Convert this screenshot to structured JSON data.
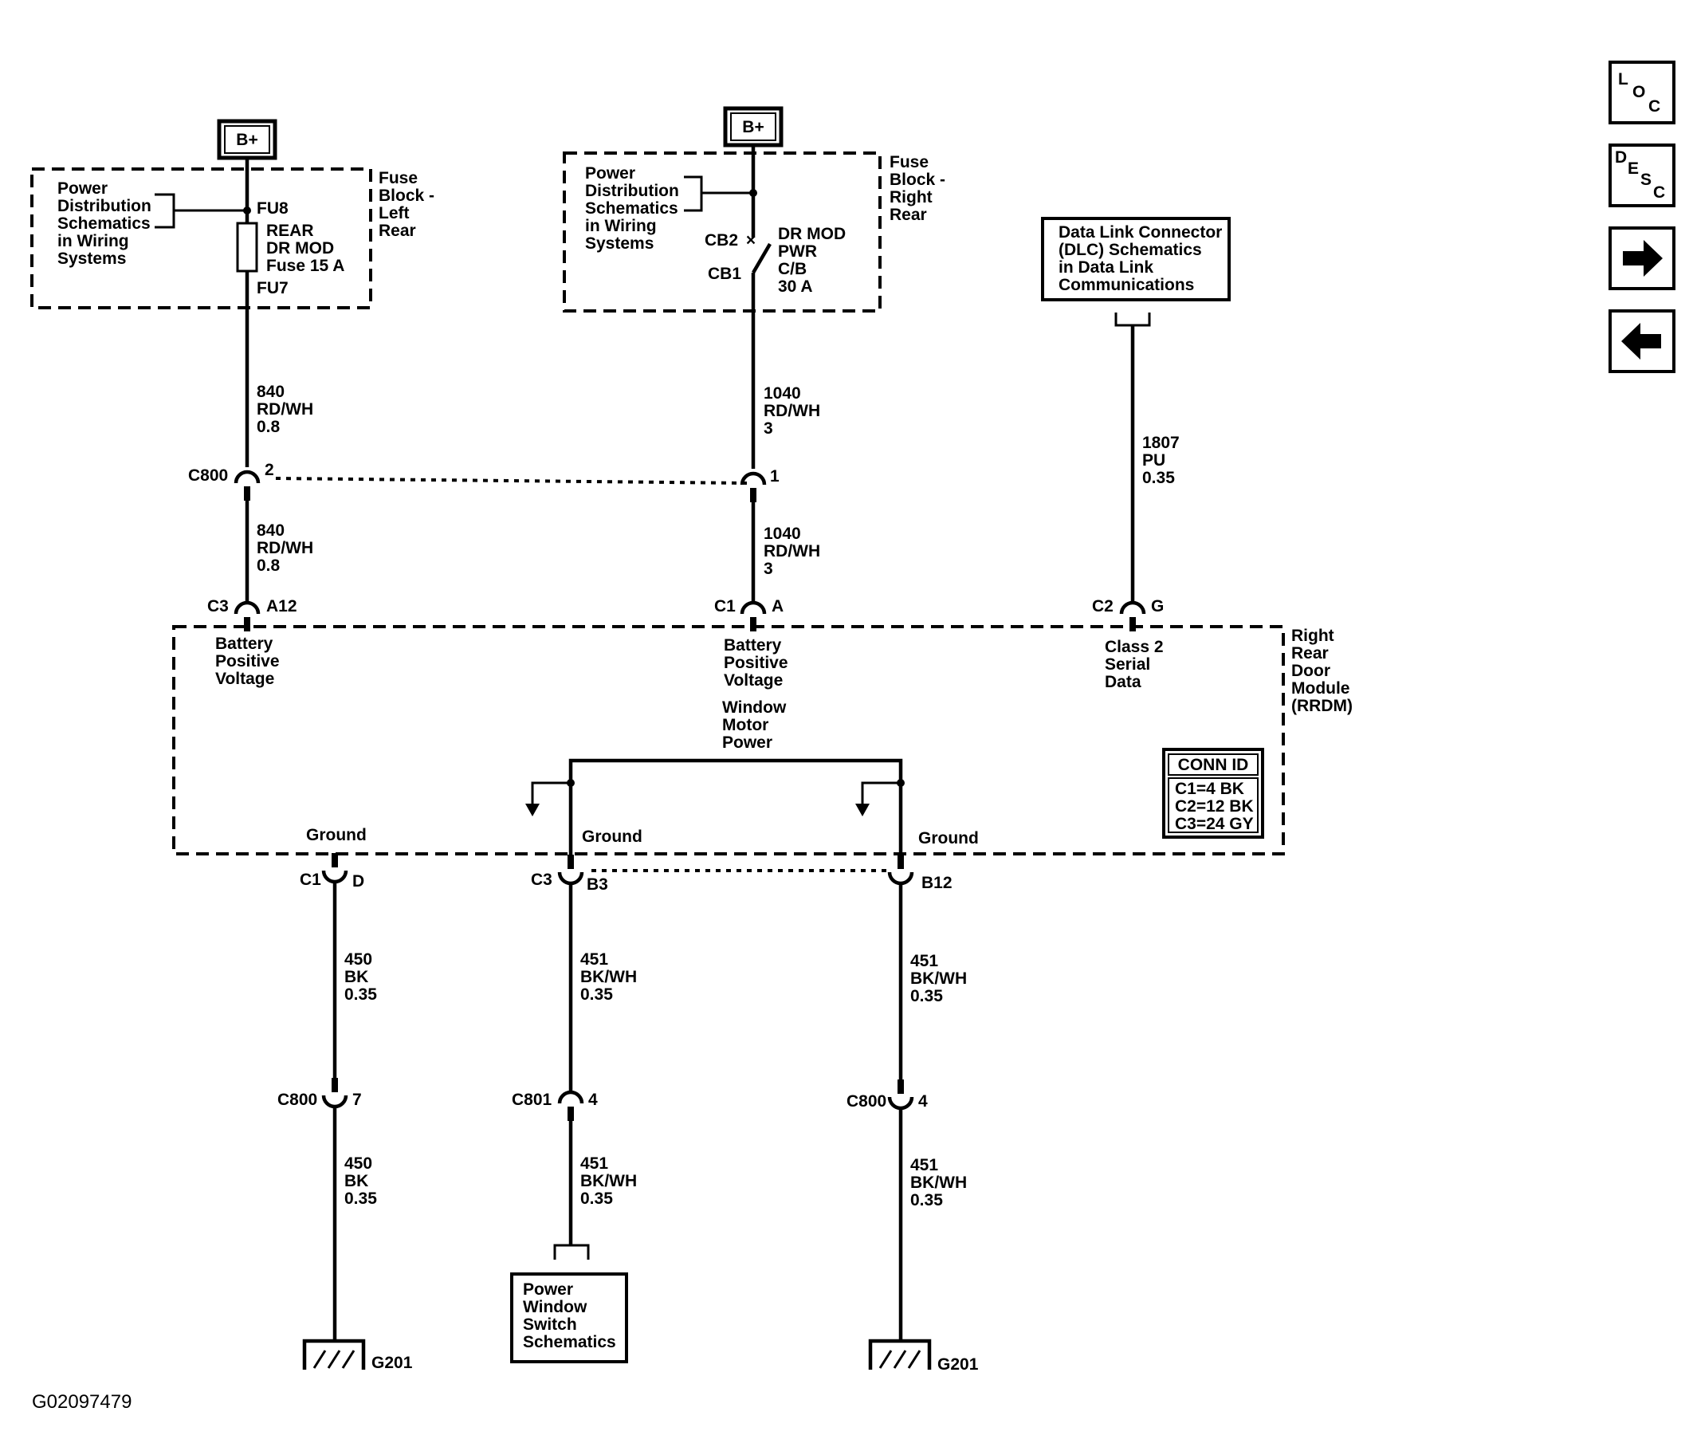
{
  "nav": {
    "loc": [
      "L",
      "O",
      "C"
    ],
    "desc": [
      "D",
      "E",
      "S",
      "C"
    ],
    "next_icon": "arrow-right-icon",
    "prev_icon": "arrow-left-icon"
  },
  "left_feed": {
    "battery": "B+",
    "ref_lines": [
      "Power",
      "Distribution",
      "Schematics",
      "in Wiring",
      "Systems"
    ],
    "fuse_block_lines": [
      "Fuse",
      "Block -",
      "Left",
      "Rear"
    ],
    "fuse_top": "FU8",
    "fuse_name_lines": [
      "REAR",
      "DR MOD",
      "Fuse 15 A"
    ],
    "fuse_bottom": "FU7",
    "wire_upper": [
      "840",
      "RD/WH",
      "0.8"
    ],
    "inline_conn": "C800",
    "inline_pin": "2",
    "wire_lower": [
      "840",
      "RD/WH",
      "0.8"
    ],
    "module_conn": "C3",
    "module_pin": "A12",
    "module_label": [
      "Battery",
      "Positive",
      "Voltage"
    ]
  },
  "center_feed": {
    "battery": "B+",
    "ref_lines": [
      "Power",
      "Distribution",
      "Schematics",
      "in Wiring",
      "Systems"
    ],
    "fuse_block_lines": [
      "Fuse",
      "Block -",
      "Right",
      "Rear"
    ],
    "cb_top": "CB2",
    "cb_bottom": "CB1",
    "cb_name_lines": [
      "DR MOD",
      "PWR",
      "C/B",
      "30 A"
    ],
    "wire_upper": [
      "1040",
      "RD/WH",
      "3"
    ],
    "inline_pin": "1",
    "wire_lower": [
      "1040",
      "RD/WH",
      "3"
    ],
    "module_conn": "C1",
    "module_pin": "A",
    "module_label": [
      "Battery",
      "Positive",
      "Voltage"
    ]
  },
  "dlc": {
    "box_lines": [
      "Data Link Connector",
      "(DLC) Schematics",
      "in Data Link",
      "Communications"
    ],
    "wire": [
      "1807",
      "PU",
      "0.35"
    ],
    "module_conn": "C2",
    "module_pin": "G",
    "module_label": [
      "Class 2",
      "Serial",
      "Data"
    ]
  },
  "module": {
    "name_lines": [
      "Right",
      "Rear",
      "Door",
      "Module",
      "(RRDM)"
    ],
    "window_motor_lines": [
      "Window",
      "Motor",
      "Power"
    ],
    "conn_id_title": "CONN ID",
    "conn_id_rows": [
      "C1=4 BK",
      "C2=12 BK",
      "C3=24 GY"
    ]
  },
  "grounds": {
    "left": {
      "label": "Ground",
      "module_conn": "C1",
      "module_pin": "D",
      "wire_upper": [
        "450",
        "BK",
        "0.35"
      ],
      "inline_conn": "C800",
      "inline_pin": "7",
      "wire_lower": [
        "450",
        "BK",
        "0.35"
      ],
      "ground_id": "G201"
    },
    "center": {
      "label": "Ground",
      "module_conn": "C3",
      "module_pin": "B3",
      "wire_upper": [
        "451",
        "BK/WH",
        "0.35"
      ],
      "inline_conn": "C801",
      "inline_pin": "4",
      "wire_lower": [
        "451",
        "BK/WH",
        "0.35"
      ],
      "dest_lines": [
        "Power",
        "Window",
        "Switch",
        "Schematics"
      ]
    },
    "right": {
      "label": "Ground",
      "module_pin": "B12",
      "wire_upper": [
        "451",
        "BK/WH",
        "0.35"
      ],
      "inline_conn": "C800",
      "inline_pin": "4",
      "wire_lower": [
        "451",
        "BK/WH",
        "0.35"
      ],
      "ground_id": "G201"
    }
  },
  "footer": {
    "figure_id": "G02097479"
  }
}
